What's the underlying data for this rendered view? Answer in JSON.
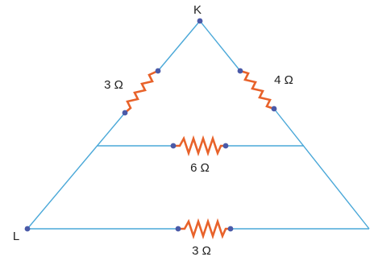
{
  "nodes": {
    "top": "K",
    "bottom_left": "L"
  },
  "resistors": {
    "left_side": "3 Ω",
    "right_side": "4 Ω",
    "middle": "6 Ω",
    "bottom": "3 Ω"
  },
  "colors": {
    "wire": "#4aa8d8",
    "resistor": "#e8622a",
    "node_dot": "#4a5aa8"
  }
}
